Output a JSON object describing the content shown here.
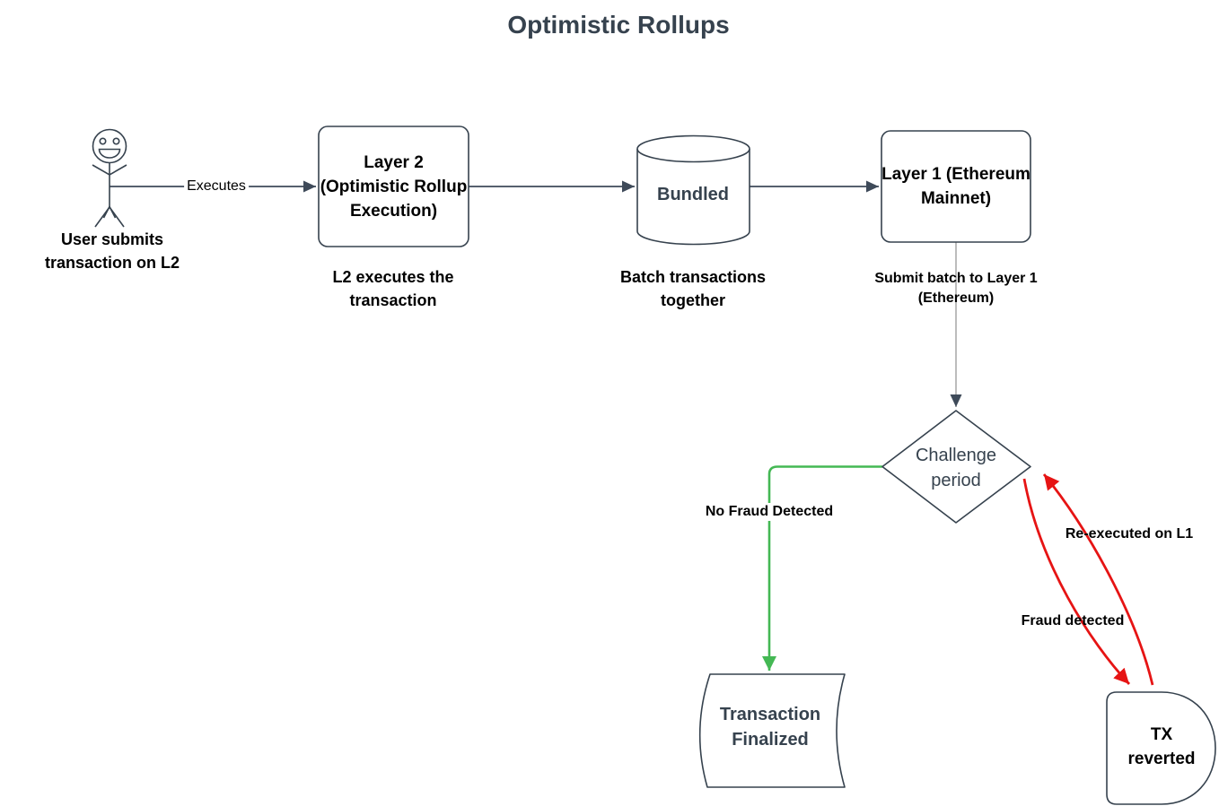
{
  "title": "Optimistic Rollups",
  "colors": {
    "stroke_dark": "#36424e",
    "connector": "#3e4a59",
    "connector_light": "#ababab",
    "green": "#44b854",
    "red": "#e61414",
    "text_dark": "#36424e",
    "text_black": "#000000",
    "background": "#ffffff"
  },
  "nodes": {
    "user": {
      "icon": "smiling-stick-figure-icon",
      "caption": {
        "0": "User submits",
        "1": "transaction on L2"
      }
    },
    "layer2": {
      "label": {
        "0": "Layer 2",
        "1": "(Optimistic",
        "2": "Rollup",
        "3": "Execution)"
      },
      "caption": {
        "0": "L2 executes the",
        "1": "transaction"
      }
    },
    "bundled": {
      "label": "Bundled",
      "caption": {
        "0": "Batch transactions",
        "1": "together"
      }
    },
    "layer1": {
      "label": {
        "0": "Layer 1",
        "1": "(Ethereum",
        "2": "Mainnet)"
      },
      "caption": {
        "0": "Submit batch to Layer 1",
        "1": "(Ethereum)"
      }
    },
    "challenge": {
      "label": {
        "0": "Challenge",
        "1": "period"
      }
    },
    "finalized": {
      "label": {
        "0": "Transaction",
        "1": "Finalized"
      }
    },
    "reverted": {
      "label": {
        "0": "TX",
        "1": "reverted"
      }
    }
  },
  "edges": {
    "executes": {
      "label": "Executes"
    },
    "no_fraud": {
      "label": "No Fraud Detected"
    },
    "re_executed": {
      "label": "Re-executed on L1"
    },
    "fraud": {
      "label": "Fraud detected"
    }
  }
}
